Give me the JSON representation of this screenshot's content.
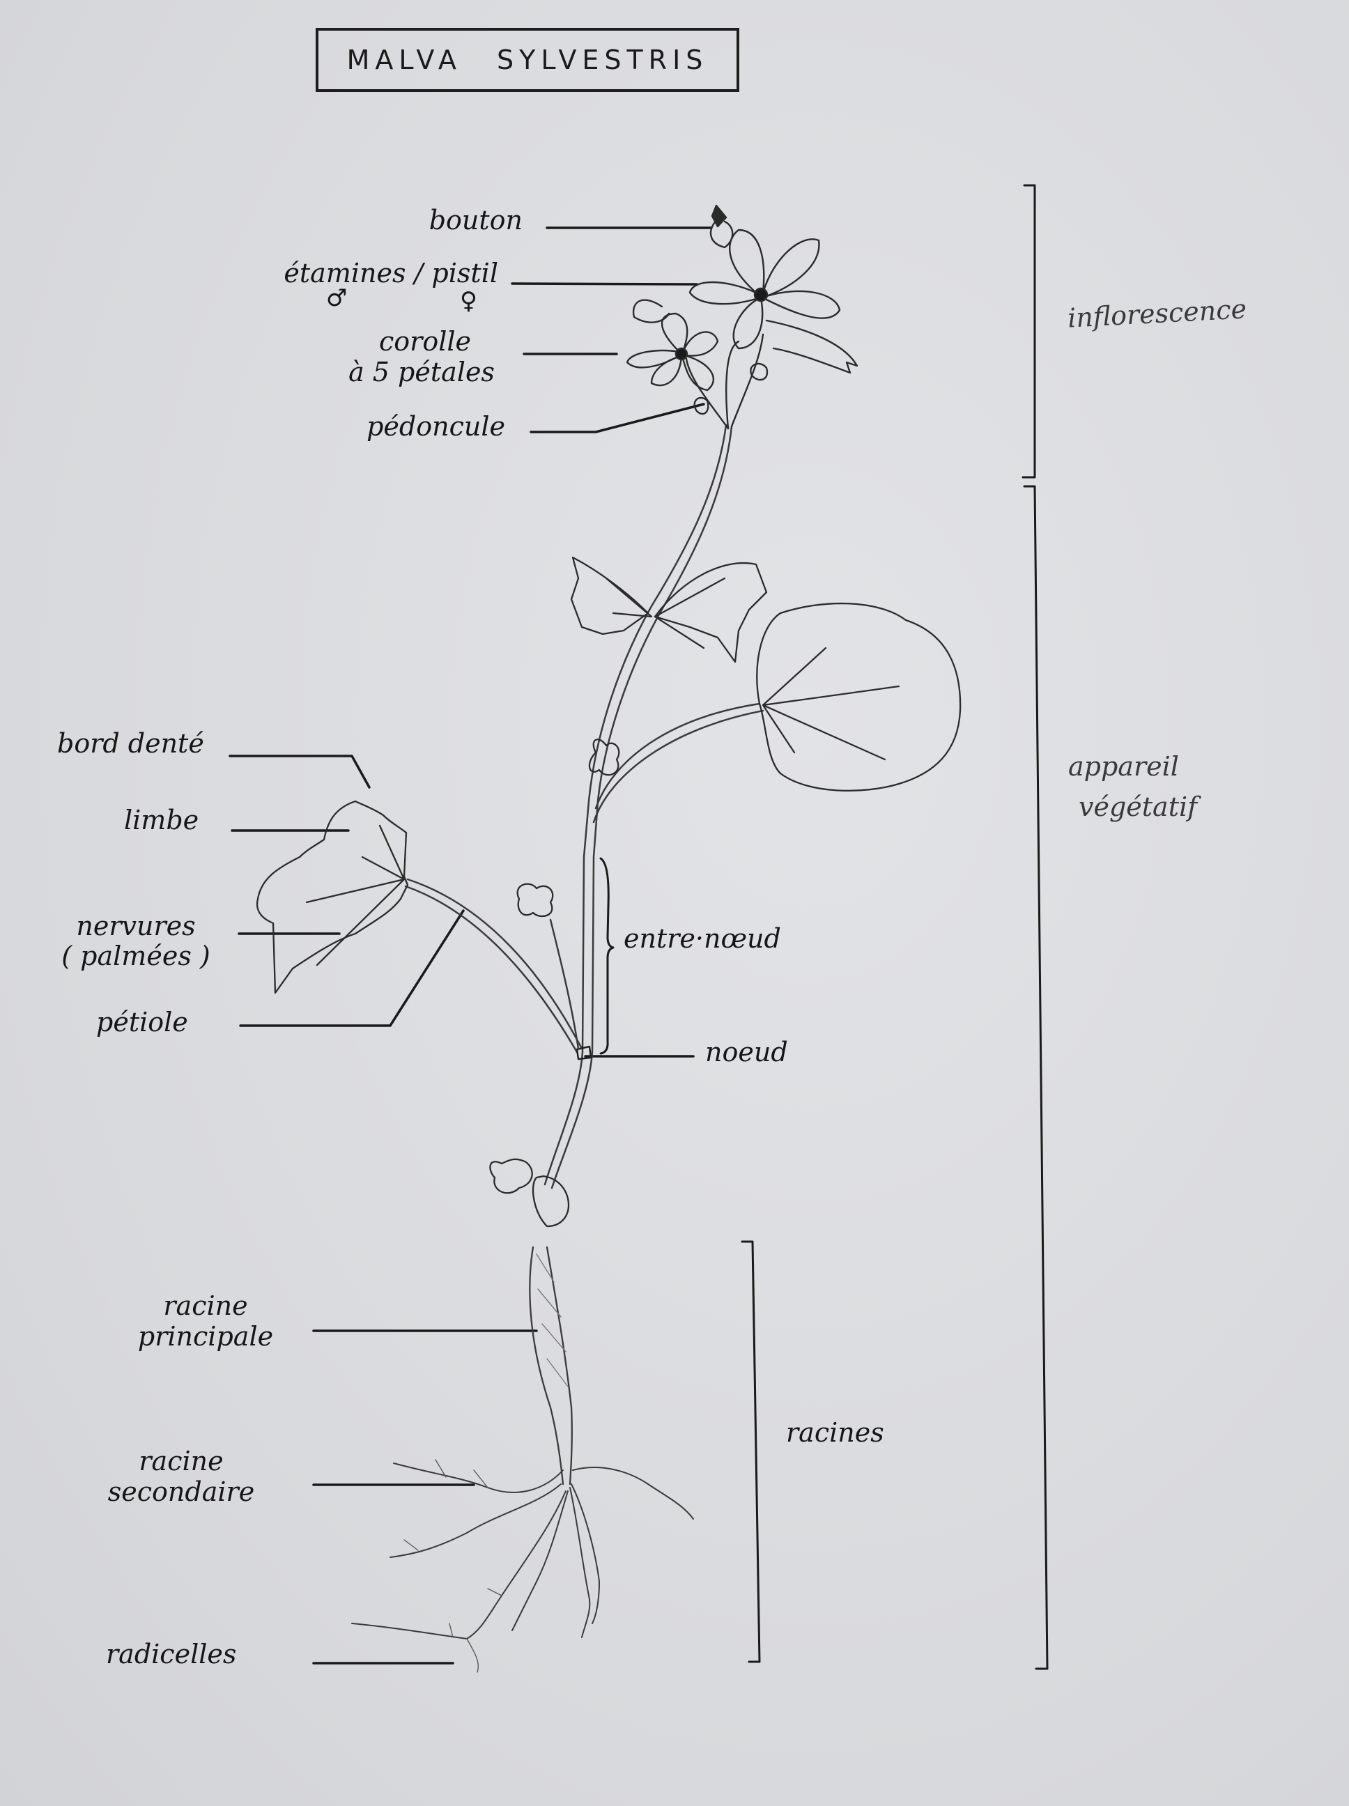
{
  "title": "MALVA SYLVESTRIS",
  "labels": {
    "bouton": "bouton",
    "etamines_pistil": "étamines / pistil",
    "male_symbol": "♂",
    "female_symbol": "♀",
    "corolle_line1": "corolle",
    "corolle_line2": "à 5 pétales",
    "pedoncule": "pédoncule",
    "bord_dente": "bord denté",
    "limbe": "limbe",
    "nervures_line1": "nervures",
    "nervures_line2": "( palmées )",
    "petiole": "pétiole",
    "entre_noeud": "entre·nœud",
    "noeud": "noeud",
    "racine_principale_line1": "racine",
    "racine_principale_line2": "principale",
    "racine_secondaire_line1": "racine",
    "racine_secondaire_line2": "secondaire",
    "radicelles": "radicelles"
  },
  "sections": {
    "inflorescence": "inflorescence",
    "appareil_line1": "appareil",
    "appareil_line2": "végétatif",
    "racines": "racines"
  },
  "colors": {
    "paper": "#dcdde0",
    "ink": "#1c1c1c",
    "pencil": "#4a4a4a"
  }
}
